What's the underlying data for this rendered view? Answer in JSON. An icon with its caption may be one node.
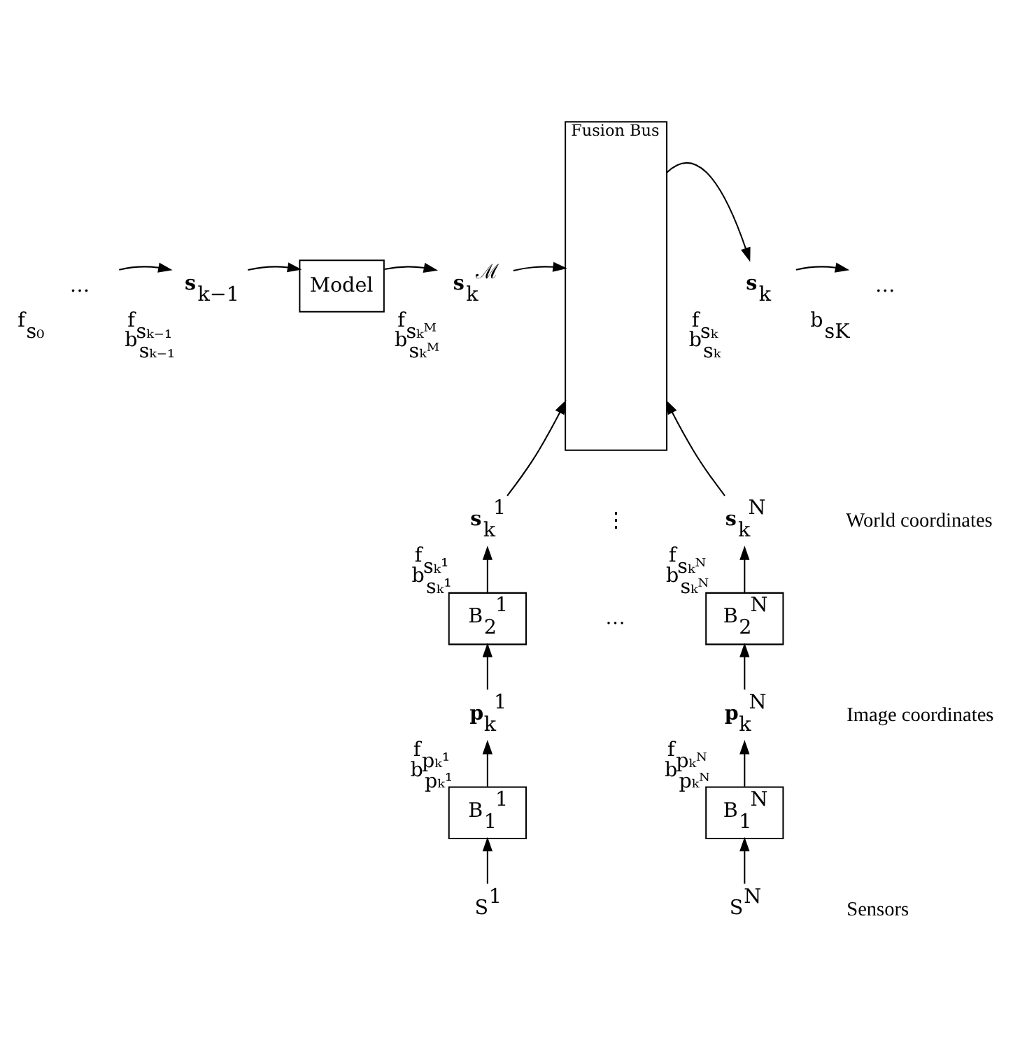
{
  "diagram": {
    "nodes": [
      {
        "text": [
          "…"
        ],
        "beside": [
          "f$_{s₀}$"
        ]
      },
      {
        "text": [
          "**s**$_{k−1}$"
        ],
        "beside": [
          "f$_{sₖ₋₁}$",
          "b$_{sₖ₋₁}$"
        ]
      },
      {
        "text": [
          "Model"
        ]
      },
      {
        "text": [
          "**s**$_{k}$$^{ℳ}$"
        ],
        "beside": [
          "f$_{sₖᴹ}$",
          "b$_{sₖᴹ}$"
        ]
      },
      {
        "text": [
          "Fusion Bus"
        ]
      },
      {
        "text": [
          "**s**$_{k}$"
        ],
        "beside": [
          "f$_{sₖ}$",
          "b$_{sₖ}$"
        ]
      },
      {
        "text": [
          "…"
        ],
        "beside": [
          "b$_{sK}$"
        ]
      },
      {
        "text": [
          "**s**$_{k}$$^{1}$"
        ],
        "beside": [
          "f$_{sₖ¹}$",
          "b$_{sₖ¹}$"
        ]
      },
      {
        "text": [
          "**s**$_{k}$$^{N}$"
        ],
        "beside": [
          "f$_{sₖᴺ}$",
          "b$_{sₖᴺ}$"
        ]
      },
      {
        "text": [
          "B$_{2}$$^{1}$"
        ]
      },
      {
        "text": [
          "B$_{2}$$^{N}$"
        ]
      },
      {
        "text": [
          "**p**$_{k}$$^{1}$"
        ],
        "beside": [
          "f$_{pₖ¹}$",
          "b$_{pₖ¹}$"
        ]
      },
      {
        "text": [
          "**p**$_{k}$$^{N}$"
        ],
        "beside": [
          "f$_{pₖᴺ}$",
          "b$_{pₖᴺ}$"
        ]
      },
      {
        "text": [
          "B$_{1}$$^{1}$"
        ]
      },
      {
        "text": [
          "B$_{1}$$^{N}$"
        ]
      },
      {
        "text": [
          "S$^{1}$"
        ]
      },
      {
        "text": [
          "S$^{N}$"
        ]
      }
    ],
    "edges": [
      {
        "from": 0,
        "to": 1,
        "arrow": "to"
      },
      {
        "from": 1,
        "to": 2,
        "arrow": "to"
      },
      {
        "from": 2,
        "to": 3,
        "arrow": "to"
      },
      {
        "from": 3,
        "to": 4,
        "arrow": "to"
      },
      {
        "from": 4,
        "to": 5,
        "arrow": "to"
      },
      {
        "from": 5,
        "to": 6,
        "arrow": "to"
      },
      {
        "from": 7,
        "to": 4,
        "arrow": "to"
      },
      {
        "from": 8,
        "to": 4,
        "arrow": "to"
      },
      {
        "from": 9,
        "to": 7,
        "arrow": "to"
      },
      {
        "from": 10,
        "to": 8,
        "arrow": "to"
      },
      {
        "from": 11,
        "to": 9,
        "arrow": "to"
      },
      {
        "from": 12,
        "to": 10,
        "arrow": "to"
      },
      {
        "from": 13,
        "to": 11,
        "arrow": "to"
      },
      {
        "from": 14,
        "to": 12,
        "arrow": "to"
      },
      {
        "from": 15,
        "to": 13,
        "arrow": "to"
      },
      {
        "from": 16,
        "to": 14,
        "arrow": "to"
      }
    ],
    "labels": [
      "⋮",
      "…",
      "World coordinates",
      "Image coordinates",
      "Sensors"
    ]
  }
}
